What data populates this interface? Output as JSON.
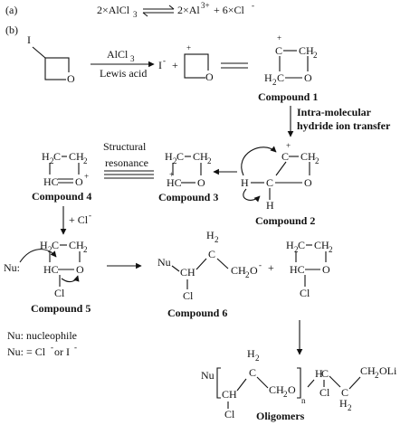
{
  "labels": {
    "part_a": "(a)",
    "part_b": "(b)",
    "eq_a_left": "2×AlCl",
    "eq_a_left_sub": "3",
    "eq_a_mid": "2×Al",
    "eq_a_mid_sup": "3+",
    "eq_a_right": " + 6×Cl",
    "eq_a_right_sup": "-",
    "reagent_1": "AlCl",
    "reagent_1_sub": "3",
    "reagent_2": "Lewis acid",
    "iodide": "I",
    "minus": "-",
    "plus_sign": "+",
    "iodo": "I",
    "O": "O",
    "H": "H",
    "C": "C",
    "HC": "HC",
    "H2C": "H",
    "CH2": "CH",
    "two": "2",
    "cation": "+",
    "step_1": "Intra-molecular",
    "step_2": "hydride ion transfer",
    "resonance_1": "Structural",
    "resonance_2": "resonance",
    "add_cl": "+ Cl",
    "nu_arrow_label": "Nu:",
    "Nu": "Nu",
    "Cl": "Cl",
    "CH": "CH",
    "CH2O": "CH",
    "CH2O_tail": "O",
    "CH2OLi": "CH",
    "CH2OLi_tail": "OLi",
    "n": "n",
    "compound_1": "Compound 1",
    "compound_2": "Compound 2",
    "compound_3": "Compound 3",
    "compound_4": "Compound 4",
    "compound_5": "Compound 5",
    "compound_6": "Compound 6",
    "oligomers": "Oligomers",
    "note_1": "Nu: nucleophile",
    "note_2": "Nu: = Cl",
    "note_2_sup": "-",
    "note_2_tail": " or I",
    "note_2_tail_sup": "-"
  }
}
